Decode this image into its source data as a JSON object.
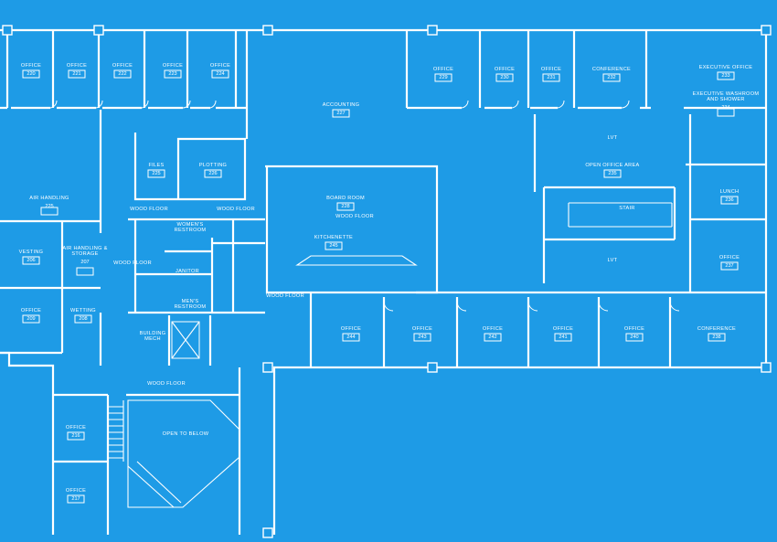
{
  "floor_plan": {
    "background": "#1e9be6",
    "line_color": "#ffffff",
    "rooms": [
      {
        "id": "office-220",
        "label": "OFFICE",
        "number": "220"
      },
      {
        "id": "office-221",
        "label": "OFFICE",
        "number": "221"
      },
      {
        "id": "office-222",
        "label": "OFFICE",
        "number": "222"
      },
      {
        "id": "office-223",
        "label": "OFFICE",
        "number": "223"
      },
      {
        "id": "office-224",
        "label": "OFFICE",
        "number": "224"
      },
      {
        "id": "accounting",
        "label": "ACCOUNTING",
        "number": "227"
      },
      {
        "id": "office-229",
        "label": "OFFICE",
        "number": "229"
      },
      {
        "id": "office-230",
        "label": "OFFICE",
        "number": "230"
      },
      {
        "id": "office-231",
        "label": "OFFICE",
        "number": "231"
      },
      {
        "id": "conference-232",
        "label": "CONFERENCE",
        "number": "232"
      },
      {
        "id": "executive-office",
        "label": "EXECUTIVE OFFICE",
        "number": "233"
      },
      {
        "id": "executive-washroom",
        "label": "EXECUTIVE WASHROOM AND SHOWER",
        "number": "234"
      },
      {
        "id": "files",
        "label": "FILES",
        "number": "225"
      },
      {
        "id": "plotting",
        "label": "PLOTTING",
        "number": "226"
      },
      {
        "id": "board-room",
        "label": "BOARD ROOM",
        "number": "228"
      },
      {
        "id": "open-office-area",
        "label": "OPEN OFFICE AREA",
        "number": "235"
      },
      {
        "id": "lunch",
        "label": "LUNCH",
        "number": "236"
      },
      {
        "id": "air-handling",
        "label": "AIR HANDLING",
        "number": "225"
      },
      {
        "id": "vesting",
        "label": "VESTING",
        "number": "206"
      },
      {
        "id": "air-handling-storage",
        "label": "AIR HANDLING & STORAGE",
        "number": "207"
      },
      {
        "id": "office-209",
        "label": "OFFICE",
        "number": "209"
      },
      {
        "id": "wetting",
        "label": "WETTING",
        "number": "208"
      },
      {
        "id": "kitchenette",
        "label": "KITCHENETTE",
        "number": "245"
      },
      {
        "id": "office-237",
        "label": "OFFICE",
        "number": "237"
      },
      {
        "id": "office-244",
        "label": "OFFICE",
        "number": "244"
      },
      {
        "id": "office-243",
        "label": "OFFICE",
        "number": "243"
      },
      {
        "id": "office-242",
        "label": "OFFICE",
        "number": "242"
      },
      {
        "id": "office-241",
        "label": "OFFICE",
        "number": "241"
      },
      {
        "id": "office-240",
        "label": "OFFICE",
        "number": "240"
      },
      {
        "id": "conference-238",
        "label": "CONFERENCE",
        "number": "238"
      },
      {
        "id": "office-216",
        "label": "OFFICE",
        "number": "216"
      },
      {
        "id": "office-217",
        "label": "OFFICE",
        "number": "217"
      }
    ],
    "area_labels": [
      {
        "id": "womens-restroom",
        "text": "WOMEN'S RESTROOM"
      },
      {
        "id": "mens-restroom",
        "text": "MEN'S RESTROOM"
      },
      {
        "id": "janitor",
        "text": "JANITOR"
      },
      {
        "id": "building-mech",
        "text": "BUILDING MECH"
      },
      {
        "id": "stair",
        "text": "STAIR"
      },
      {
        "id": "open-to-below",
        "text": "OPEN TO BELOW"
      },
      {
        "id": "wood-floor-1",
        "text": "WOOD FLOOR"
      },
      {
        "id": "wood-floor-2",
        "text": "WOOD FLOOR"
      },
      {
        "id": "wood-floor-3",
        "text": "WOOD FLOOR"
      },
      {
        "id": "wood-floor-4",
        "text": "WOOD FLOOR"
      },
      {
        "id": "wood-floor-5",
        "text": "WOOD FLOOR"
      },
      {
        "id": "wood-floor-6",
        "text": "WOOD FLOOR"
      },
      {
        "id": "lvt-1",
        "text": "LVT"
      },
      {
        "id": "lvt-2",
        "text": "LVT"
      }
    ]
  }
}
